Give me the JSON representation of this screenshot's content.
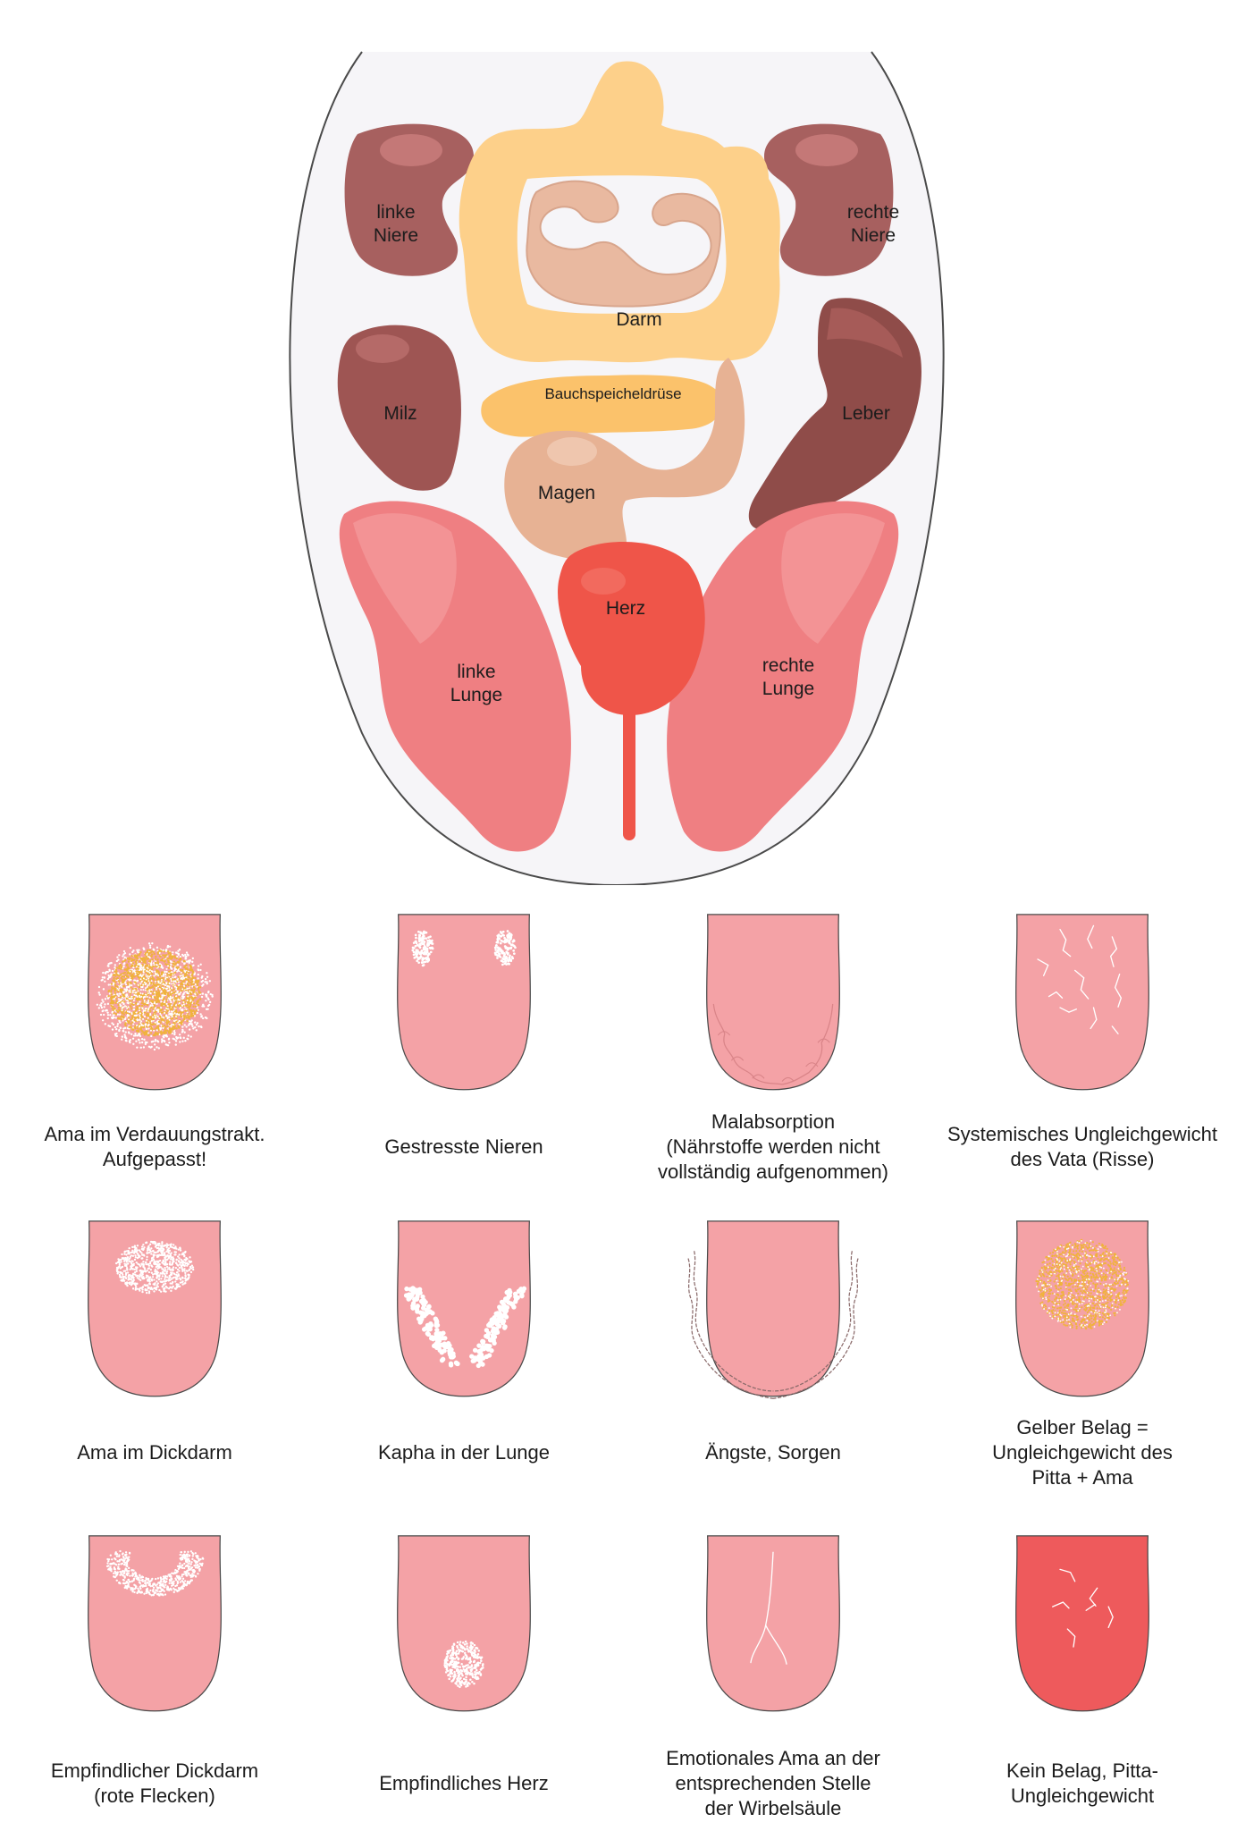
{
  "tongue_map": {
    "labels": {
      "left_kidney": "linke\nNiere",
      "right_kidney": "rechte\nNiere",
      "intestine": "Darm",
      "pancreas": "Bauchspeicheldrüse",
      "spleen": "Milz",
      "liver": "Leber",
      "stomach": "Magen",
      "heart": "Herz",
      "left_lung": "linke\nLunge",
      "right_lung": "rechte\nLunge"
    }
  },
  "conditions": [
    {
      "caption": "Ama im Verdauungstrakt.\nAufgepasst!",
      "variant": "ama-digestive"
    },
    {
      "caption": "Gestresste Nieren",
      "variant": "stressed-kidneys"
    },
    {
      "caption": "Malabsorption\n(Nährstoffe werden nicht\nvollständig aufgenommen)",
      "variant": "malabsorption"
    },
    {
      "caption": "Systemisches Ungleichgewicht\ndes Vata (Risse)",
      "variant": "vata-cracks"
    },
    {
      "caption": "Ama im Dickdarm",
      "variant": "ama-colon"
    },
    {
      "caption": "Kapha in der Lunge",
      "variant": "kapha-lung"
    },
    {
      "caption": "Ängste, Sorgen",
      "variant": "anxiety"
    },
    {
      "caption": "Gelber Belag =\nUngleichgewicht des\nPitta + Ama",
      "variant": "yellow-coating"
    },
    {
      "caption": "Empfindlicher Dickdarm\n(rote Flecken)",
      "variant": "sensitive-colon"
    },
    {
      "caption": "Empfindliches Herz",
      "variant": "sensitive-heart"
    },
    {
      "caption": "Emotionales Ama an der\nentsprechenden Stelle\nder Wirbelsäule",
      "variant": "emotional-ama"
    },
    {
      "caption": "Kein Belag, Pitta-\nUngleichgewicht",
      "variant": "no-coating-pitta"
    }
  ],
  "colors": {
    "tongue_fill": "#f4a2a6",
    "tongue_red": "#ee5a5c",
    "outline": "#4a4a4a",
    "coating_white": "#ffffff",
    "coating_yellow": "#f0b33c",
    "kidney": "#a7605f",
    "liver": "#8f4c49",
    "intestine": "#fdd08a",
    "small_intestine": "#e9b9a0",
    "stomach": "#e7b294",
    "heart": "#ef5549",
    "lung": "#ef7f82",
    "map_background": "#f6f5f8"
  }
}
